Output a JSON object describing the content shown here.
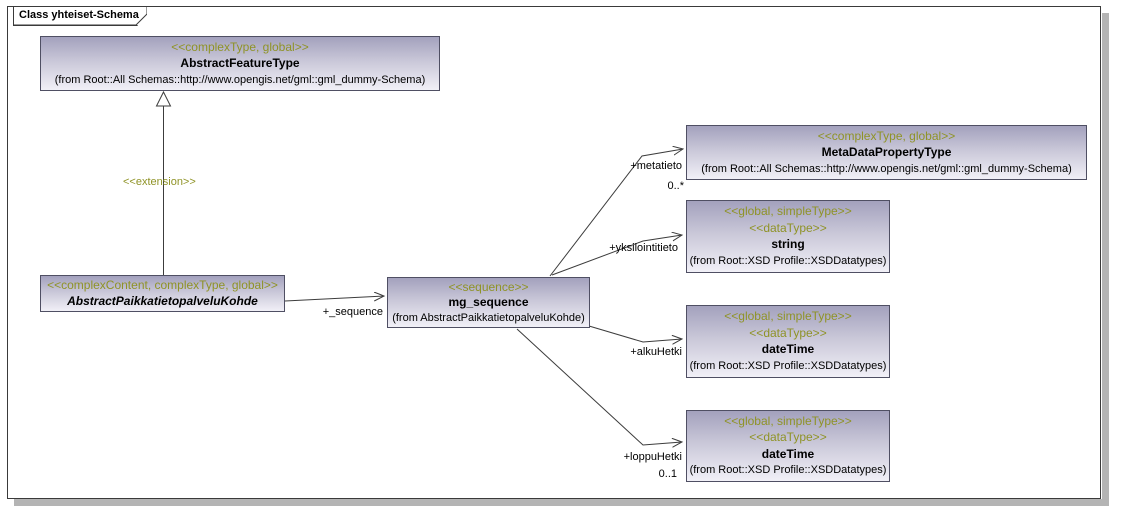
{
  "frame": {
    "title": "Class yhteiset-Schema"
  },
  "colors": {
    "stereotype_text": "#8f9326",
    "node_gradient_top": "#a3a1bd",
    "node_gradient_bottom": "#f1f0f7",
    "node_border": "#4f4f63",
    "frame_border": "#3a3a3a",
    "frame_shadow": "#b4b4b4",
    "connector_line": "#3c3c3c"
  },
  "boxes": [
    {
      "stereotypes": [
        "<<complexType, global>>"
      ],
      "title": "AbstractFeatureType",
      "from": "(from Root::All Schemas::http://www.opengis.net/gml::gml_dummy-Schema)"
    },
    {
      "stereotypes": [
        "<<complexContent, complexType, global>>"
      ],
      "title": "AbstractPaikkatietopalveluKohde"
    },
    {
      "stereotypes": [
        "<<sequence>>"
      ],
      "title": "mg_sequence",
      "from": "(from AbstractPaikkatietopalveluKohde)"
    },
    {
      "stereotypes": [
        "<<complexType, global>>"
      ],
      "title": "MetaDataPropertyType",
      "from": "(from Root::All Schemas::http://www.opengis.net/gml::gml_dummy-Schema)"
    },
    {
      "stereotypes": [
        "<<global, simpleType>>",
        "<<dataType>>"
      ],
      "title": "string",
      "from": "(from Root::XSD Profile::XSDDatatypes)"
    },
    {
      "stereotypes": [
        "<<global, simpleType>>",
        "<<dataType>>"
      ],
      "title": "dateTime",
      "from": "(from Root::XSD Profile::XSDDatatypes)"
    },
    {
      "stereotypes": [
        "<<global, simpleType>>",
        "<<dataType>>"
      ],
      "title": "dateTime",
      "from": "(from Root::XSD Profile::XSDDatatypes)"
    }
  ],
  "edges": {
    "extension_label": "<<extension>>",
    "sequence_label": "+_sequence",
    "metatieto_label": "+metatieto",
    "metatieto_multiplicity": "0..*",
    "yksilointitieto_label": "+yksilointitieto",
    "alkuhetki_label": "+alkuHetki",
    "loppuhetki_label": "+loppuHetki",
    "loppuhetki_multiplicity": "0..1"
  }
}
